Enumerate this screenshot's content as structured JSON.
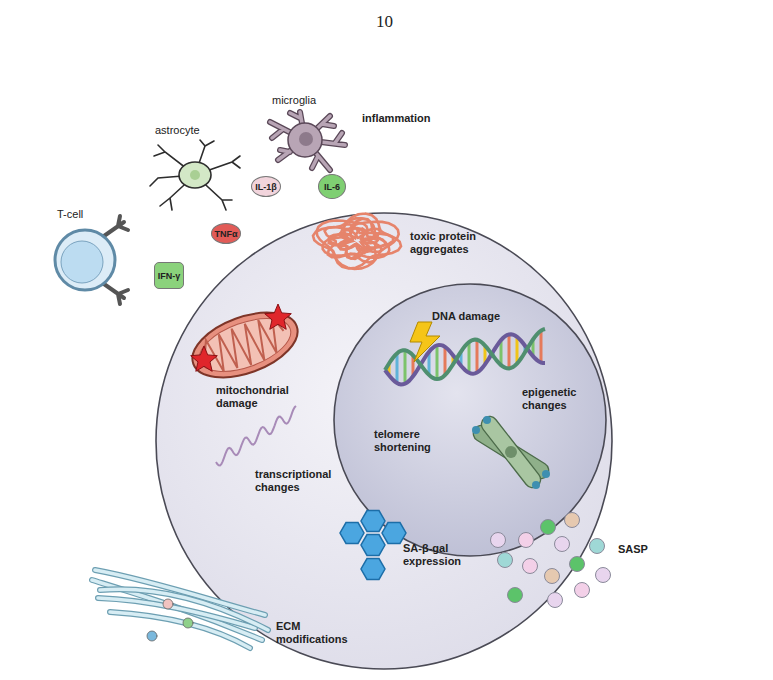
{
  "diagram": {
    "nodes": [
      {
        "text": [
          "toxic protein aggregates",
          "mitochondrial damage",
          "transcriptional changes",
          "SA-β-gal expression"
        ]
      },
      {
        "text": [
          "DNA damage",
          "epigenetic changes",
          "telomere shortening"
        ],
        "in": 0
      },
      {
        "text": [
          "IL-1β"
        ]
      },
      {
        "text": [
          "IL-6"
        ]
      },
      {
        "text": [
          "TNFα"
        ]
      },
      {
        "text": [
          "IFN-γ"
        ]
      }
    ],
    "labels": [
      "10",
      "microglia",
      "inflammation",
      "astrocyte",
      "T-cell",
      "SASP",
      "ECM modifications"
    ]
  }
}
